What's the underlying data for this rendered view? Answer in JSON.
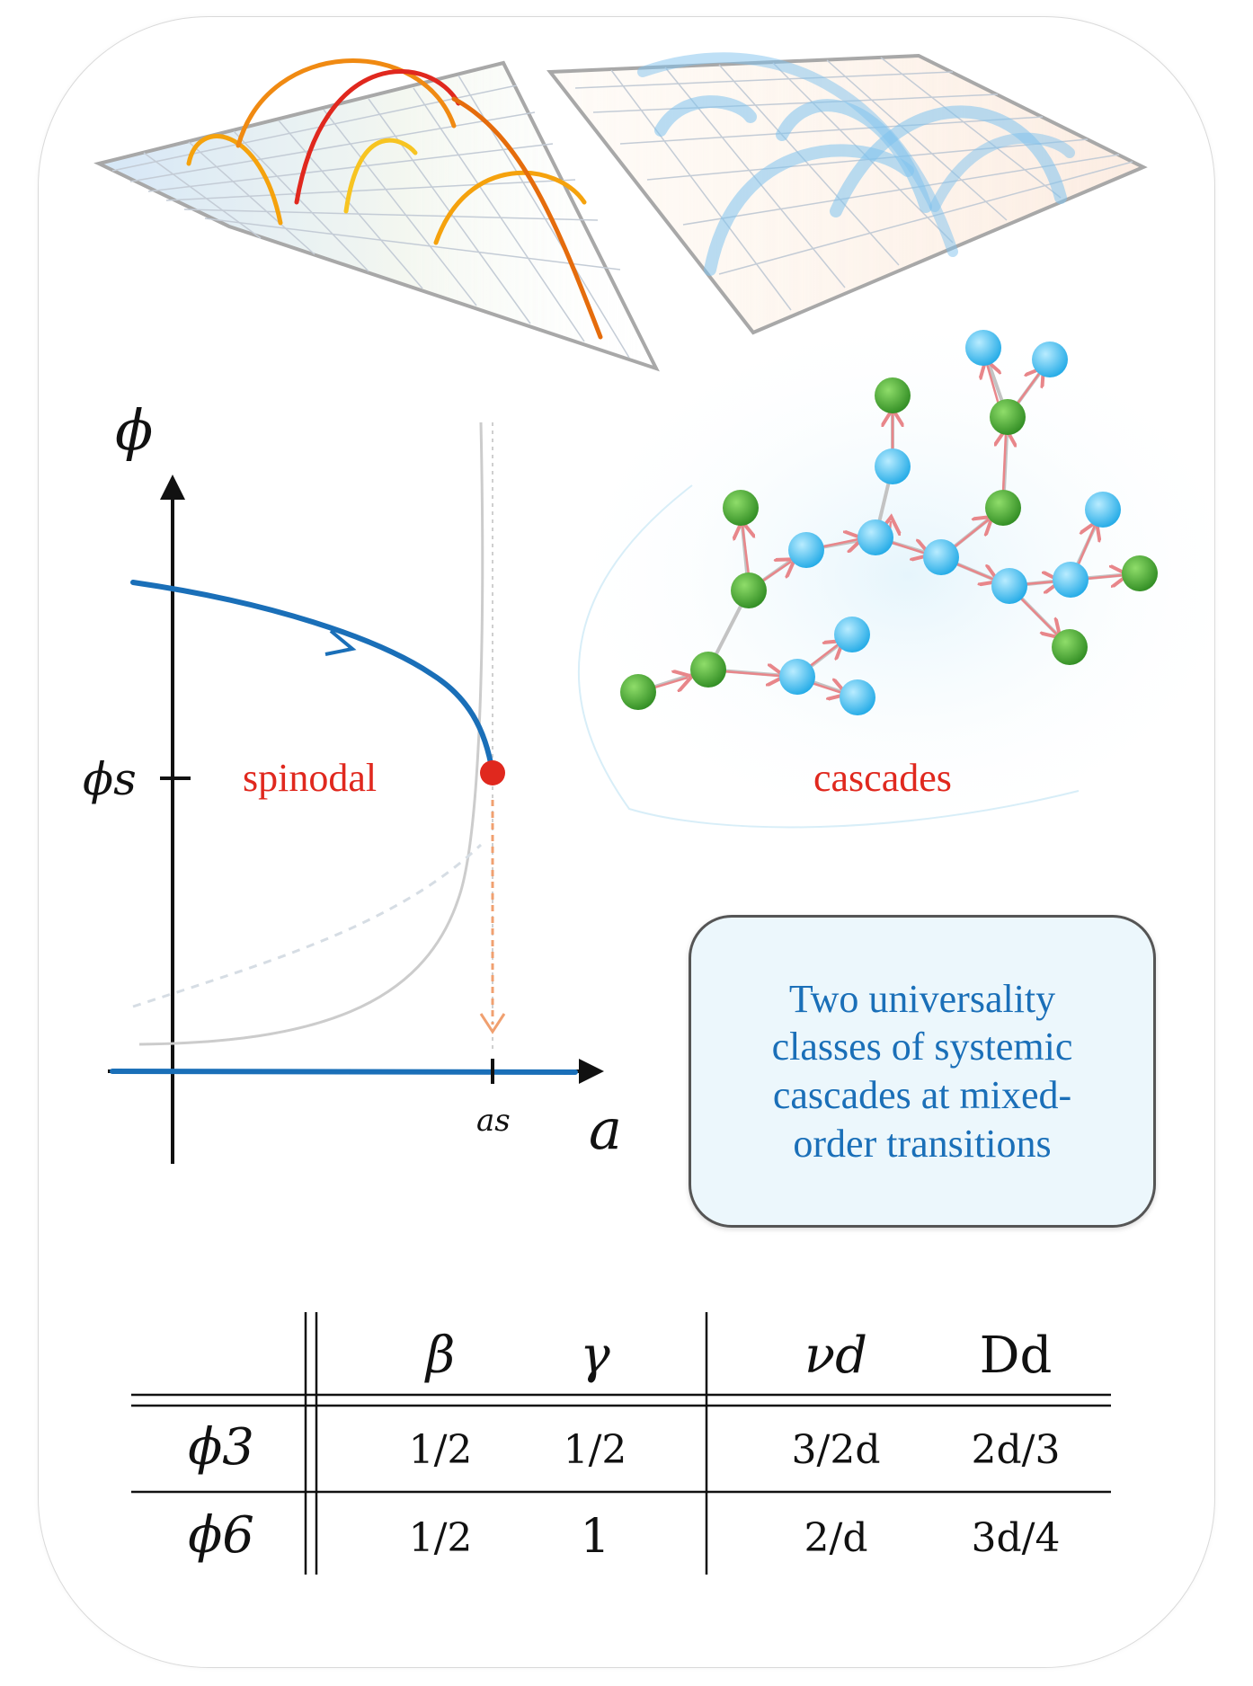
{
  "plot": {
    "y_axis_label": "ϕ",
    "x_axis_label": "a",
    "y_tick_label": "ϕs",
    "x_tick_label": "as",
    "spinodal_label": "spinodal",
    "cascades_label": "cascades"
  },
  "summary": {
    "lines": [
      "Two universality",
      "classes of systemic",
      "cascades at mixed-",
      "order transitions"
    ]
  },
  "table": {
    "columns": [
      "",
      "β",
      "γ",
      "νd",
      "Dd"
    ],
    "rows": [
      {
        "label": "ϕ3",
        "beta": "1/2",
        "gamma": "1/2",
        "nu": "3/2d",
        "D": "2d/3"
      },
      {
        "label": "ϕ6",
        "beta": "1/2",
        "gamma": "1",
        "nu": "2/d",
        "D": "3d/4"
      }
    ]
  },
  "colors": {
    "accent_blue": "#1a6fb8",
    "spinodal_red": "#e0281e",
    "node_green": "#3aa02e",
    "node_cyan": "#2fb7ef",
    "arrow_pink": "#e8868a"
  }
}
